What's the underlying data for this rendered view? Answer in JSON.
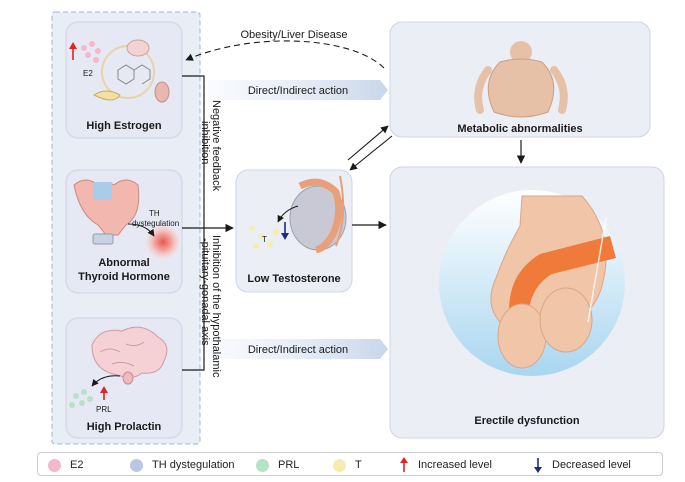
{
  "labels": {
    "obesity_liver": "Obesity/Liver Disease",
    "direct_indirect_top": "Direct/Indirect action",
    "direct_indirect_bottom": "Direct/Indirect action",
    "negative_feedback_line1": "Negative feedback",
    "negative_feedback_line2": "inhibition",
    "hpg_line1": "Inhibition of the hypothalamic",
    "hpg_line2": "-pituitary-gonadal axis",
    "e2_small": "E2",
    "th_line1": "TH",
    "th_line2": "dystegulation",
    "prl_small": "PRL",
    "t_small": "T"
  },
  "boxes": {
    "high_estrogen": "High Estrogen",
    "abnormal_thyroid_line1": "Abnormal",
    "abnormal_thyroid_line2": "Thyroid Hormone",
    "high_prolactin": "High Prolactin",
    "low_testosterone": "Low Testosterone",
    "metabolic": "Metabolic abnormalities",
    "erectile": "Erectile dysfunction"
  },
  "legend": [
    {
      "label": "E2",
      "color": "#f4b8cc",
      "icon": "pink-dot-icon"
    },
    {
      "label": "TH dystegulation",
      "color": "#b9c6e4",
      "icon": "blue-dot-icon"
    },
    {
      "label": "PRL",
      "color": "#b5e3c5",
      "icon": "green-dot-icon"
    },
    {
      "label": "T",
      "color": "#f7ecb0",
      "icon": "yellow-dot-icon"
    },
    {
      "label": "Increased level",
      "color": "#e02424",
      "icon": "red-up-arrow-icon"
    },
    {
      "label": "Decreased level",
      "color": "#1f2a80",
      "icon": "blue-down-arrow-icon"
    }
  ],
  "colors": {
    "panel_bg": "#eceef6",
    "panel_border": "#cfd4e6",
    "dashed_border": "#9fb4cf",
    "pink": "#f4b8cc",
    "blue": "#b9c6e4",
    "green": "#b5e3c5",
    "yellow": "#f7ecb0",
    "red": "#e02424",
    "navy": "#1f2a80",
    "skin": "#f1c6a8",
    "orange": "#ef7a3a"
  }
}
